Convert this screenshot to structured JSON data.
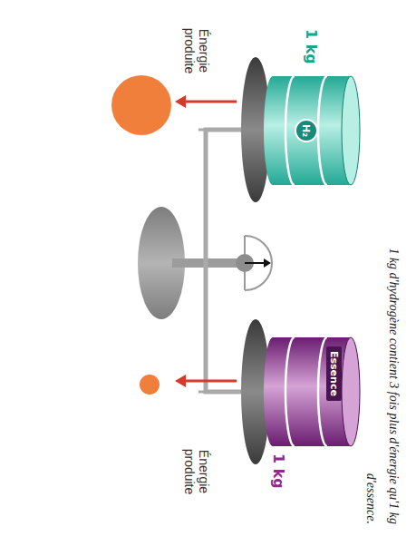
{
  "diagram": {
    "caption": "1 kg d'hydrogène contient 3 fois plus d'énergie qu'1 kg d'essence.",
    "nodes": [
      {
        "text": [
          "1 kg"
        ]
      },
      {
        "text": [
          "H₂"
        ],
        "in": 0
      },
      {
        "text": [
          "Essence",
          "1 kg"
        ]
      }
    ],
    "labels": [
      "Énergie produite",
      "Énergie produite"
    ]
  }
}
